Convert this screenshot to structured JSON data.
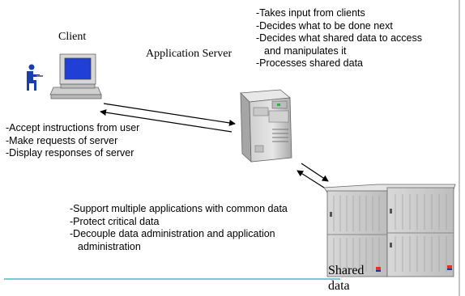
{
  "client": {
    "label": "Client",
    "responsibilities": [
      "-Accept instructions from user",
      "-Make requests of server",
      "-Display responses of server"
    ]
  },
  "application_server": {
    "label": "Application Server",
    "responsibilities": [
      "-Takes input from clients",
      "-Decides what to be done next",
      "-Decides what shared data to access",
      "and manipulates it",
      "-Processes shared data"
    ]
  },
  "shared_data": {
    "label_line1": "Shared",
    "label_line2": "data",
    "responsibilities": [
      "-Support multiple applications with common data",
      "-Protect critical data",
      "-Decouple data administration and application",
      "administration"
    ]
  },
  "colors": {
    "divider": "#2aa8b8",
    "monitor_screen": "#1f3fd6",
    "person": "#1a3fa8"
  }
}
